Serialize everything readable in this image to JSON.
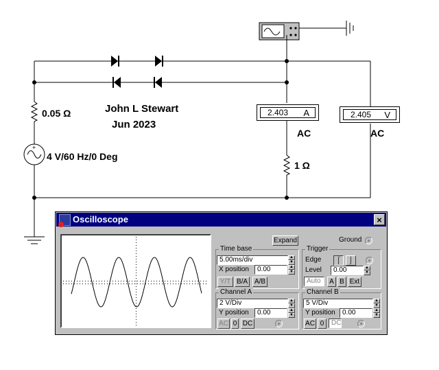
{
  "circuit": {
    "r_source_label": "0.05 Ω",
    "source_label": "4 V/60 Hz/0 Deg",
    "author_line1": "John L Stewart",
    "author_line2": "Jun 2023",
    "r_load_label": "1 Ω",
    "ammeter": {
      "value": "2.403",
      "unit": "A",
      "mode": "AC"
    },
    "voltmeter": {
      "value": "2.405",
      "unit": "V",
      "mode": "AC"
    }
  },
  "oscilloscope": {
    "title": "Oscilloscope",
    "close_label": "×",
    "expand_label": "Expand",
    "ground_label": "Ground",
    "timebase": {
      "group_label": "Time base",
      "value": "5.00ms/div",
      "xpos_label": "X position",
      "xpos_value": "0.00",
      "modes": [
        "Y/T",
        "B/A",
        "A/B"
      ]
    },
    "trigger": {
      "group_label": "Trigger",
      "edge_label": "Edge",
      "level_label": "Level",
      "level_value": "0.00",
      "modes": [
        "Auto",
        "A",
        "B",
        "Ext"
      ]
    },
    "channel_a": {
      "group_label": "Channel A",
      "scale": "2  V/Div",
      "ypos_label": "Y position",
      "ypos_value": "0.00",
      "coupling": [
        "AC",
        "0",
        "DC"
      ]
    },
    "channel_b": {
      "group_label": "Channel B",
      "scale": "5  V/Div",
      "ypos_label": "Y position",
      "ypos_value": "0.00",
      "coupling": [
        "AC",
        "0",
        "DC"
      ]
    }
  },
  "icons": [
    "ac-source-icon",
    "diode-icon",
    "resistor-icon",
    "ground-icon",
    "battery-icon",
    "oscilloscope-icon",
    "radio-icon",
    "close-icon"
  ]
}
